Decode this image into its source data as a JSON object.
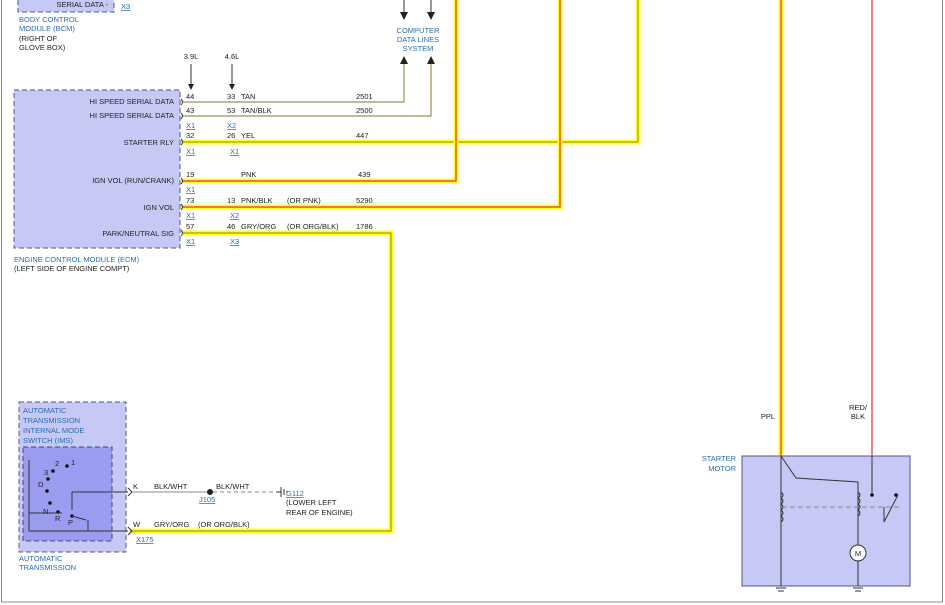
{
  "bcm": {
    "pin_label": "SERIAL DATA -",
    "connector": "X3",
    "name": "BODY CONTROL",
    "name2": "MODULE (BCM)",
    "location": "(RIGHT OF",
    "location2": "GLOVE BOX)"
  },
  "data_lines": {
    "line1": "COMPUTER",
    "line2": "DATA LINES",
    "line3": "SYSTEM"
  },
  "engines": {
    "e1": "3.9L",
    "e2": "4.6L"
  },
  "ecm": {
    "name": "ENGINE CONTROL MODULE (ECM)",
    "location": "(LEFT SIDE OF ENGINE COMPT)",
    "pins": [
      {
        "label": "HI SPEED SERIAL DATA",
        "p1": "44",
        "p2": "33",
        "color": "TAN",
        "alt": "",
        "circuit": "2501",
        "c1": "",
        "c2": ""
      },
      {
        "label": "HI SPEED SERIAL DATA",
        "p1": "43",
        "p2": "53",
        "color": "TAN/BLK",
        "alt": "",
        "circuit": "2500",
        "c1": "X1",
        "c2": "X2"
      },
      {
        "label": "STARTER RLY",
        "p1": "32",
        "p2": "26",
        "color": "YEL",
        "alt": "",
        "circuit": "447",
        "c1": "X1",
        "c2": "X1"
      },
      {
        "label": "IGN VOL (RUN/CRANK)",
        "p1": "19",
        "p2": "",
        "color": "PNK",
        "alt": "",
        "circuit": "439",
        "c1": "X1",
        "c2": ""
      },
      {
        "label": "IGN VOL",
        "p1": "73",
        "p2": "13",
        "color": "PNK/BLK",
        "alt": "(OR PNK)",
        "circuit": "5290",
        "c1": "X1",
        "c2": "X2"
      },
      {
        "label": "PARK/NEUTRAL SIG",
        "p1": "57",
        "p2": "46",
        "color": "GRY/ORG",
        "alt": "(OR ORG/BLK)",
        "circuit": "1786",
        "c1": "X1",
        "c2": "X3"
      }
    ]
  },
  "ims": {
    "name1": "AUTOMATIC",
    "name2": "TRANSMISSION",
    "name3": "INTERNAL MODE",
    "name4": "SWITCH (IMS)",
    "positions": [
      "1",
      "2",
      "3",
      "D",
      "N",
      "R",
      "P"
    ],
    "bottom1": "AUTOMATIC",
    "bottom2": "TRANSMISSION",
    "pin_k": "K",
    "pin_w": "W",
    "connector": "X175"
  },
  "wires": {
    "k_color1": "BLK/WHT",
    "splice": "J105",
    "k_color2": "BLK/WHT",
    "ground": "G112",
    "ground_loc1": "(LOWER LEFT",
    "ground_loc2": "REAR OF ENGINE)",
    "w_color": "GRY/ORG",
    "w_alt": "(OR ORG/BLK)"
  },
  "starter": {
    "name1": "STARTER",
    "name2": "MOTOR",
    "wire1": "PPL",
    "wire2a": "RED/",
    "wire2b": "BLK",
    "motor": "M"
  },
  "colors": {
    "yellow": "#ffff22",
    "red": "#e0303a",
    "module": "#c6c9f5",
    "label_blue": "#2b6cb0",
    "tan": "#a09050"
  }
}
